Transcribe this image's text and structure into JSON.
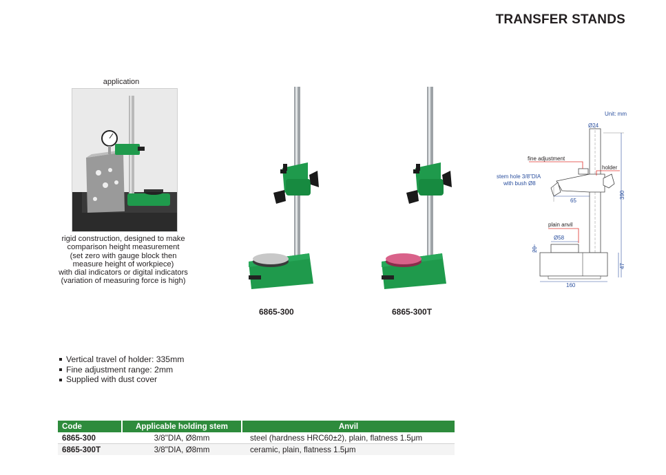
{
  "page": {
    "title": "TRANSFER STANDS"
  },
  "application": {
    "caption": "application",
    "description": [
      "rigid construction, designed to make",
      "comparison height measurement",
      "(set zero with gauge block then",
      "measure height of workpiece)",
      "with dial indicators or digital indicators",
      "(variation of measuring force is high)"
    ]
  },
  "products": [
    {
      "model": "6865-300",
      "anvil_color": "#c8c8c8"
    },
    {
      "model": "6865-300T",
      "anvil_color": "#d9628a"
    }
  ],
  "diagram": {
    "unit": "Unit: mm",
    "labels": {
      "rod_dia": "Ø24",
      "fine_adjustment": "fine adjustment",
      "holder": "holder",
      "stem_hole_1": "stem hole 3/8\"DIA",
      "stem_hole_2": "with bush Ø8",
      "arm_length": "65",
      "height": "390",
      "plain_anvil": "plain anvil",
      "anvil_dia": "Ø58",
      "anvil_height": "20",
      "base_height": "47",
      "base_width": "160"
    }
  },
  "features": [
    "Vertical travel of holder: 335mm",
    "Fine adjustment range: 2mm",
    "Supplied with dust cover"
  ],
  "spec_table": {
    "headers": {
      "code": "Code",
      "stem": "Applicable holding stem",
      "anvil": "Anvil"
    },
    "rows": [
      {
        "code": "6865-300",
        "stem": "3/8\"DIA, Ø8mm",
        "anvil": "steel (hardness HRC60±2), plain, flatness 1.5μm"
      },
      {
        "code": "6865-300T",
        "stem": "3/8\"DIA, Ø8mm",
        "anvil": "ceramic, plain, flatness 1.5μm"
      }
    ]
  },
  "colors": {
    "accent_green": "#2e8b3c",
    "stand_green": "#1f9a4c"
  }
}
